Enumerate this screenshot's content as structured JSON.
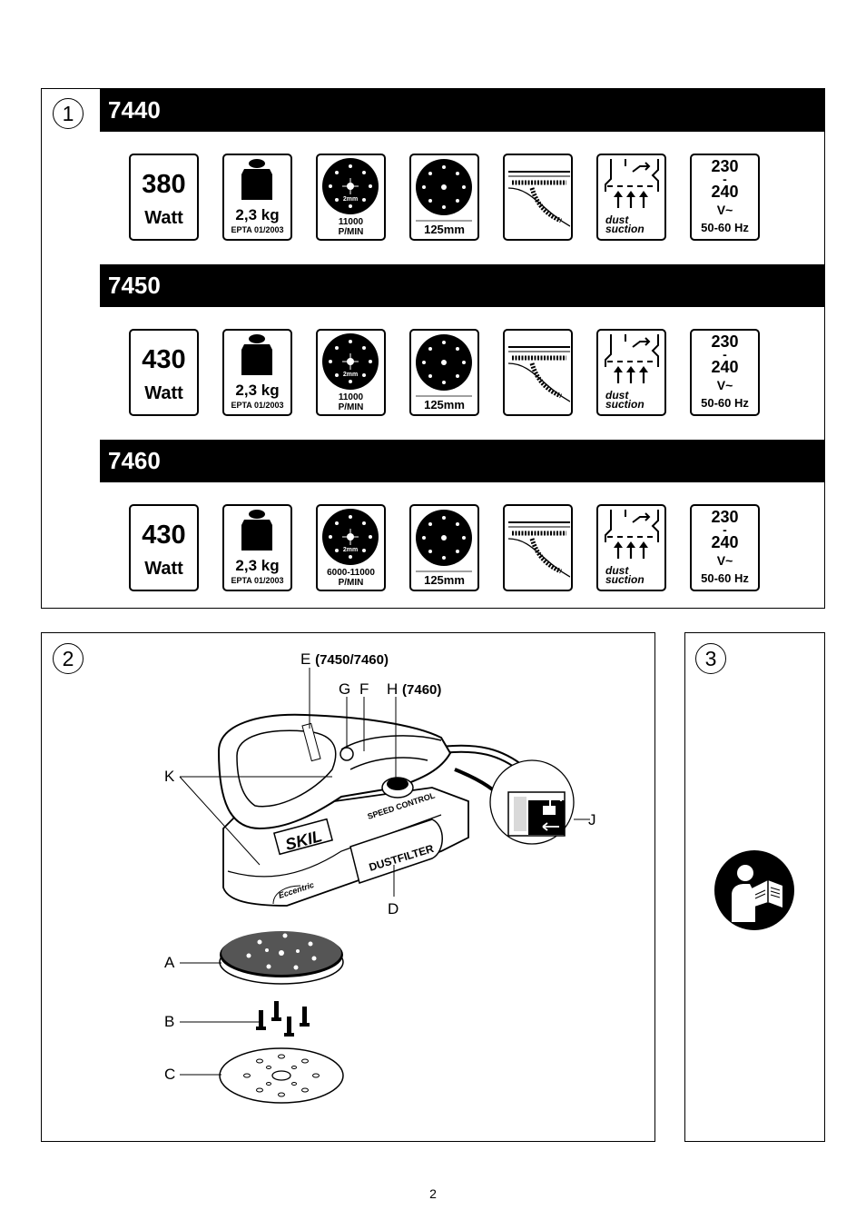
{
  "figure1": {
    "number": "1",
    "models": [
      {
        "model": "7440",
        "watt_value": "380",
        "watt_unit": "Watt",
        "weight": "2,3 kg",
        "weight_norm": "EPTA 01/2003",
        "orbit": "2mm",
        "speed_value": "11000",
        "speed_unit": "P/MIN",
        "pad": "125mm",
        "dust_1": "dust",
        "dust_2": "suction",
        "volt_1": "230",
        "volt_dash": "-",
        "volt_2": "240",
        "volt_unit": "V~",
        "freq": "50-60 Hz"
      },
      {
        "model": "7450",
        "watt_value": "430",
        "watt_unit": "Watt",
        "weight": "2,3 kg",
        "weight_norm": "EPTA 01/2003",
        "orbit": "2mm",
        "speed_value": "11000",
        "speed_unit": "P/MIN",
        "pad": "125mm",
        "dust_1": "dust",
        "dust_2": "suction",
        "volt_1": "230",
        "volt_dash": "-",
        "volt_2": "240",
        "volt_unit": "V~",
        "freq": "50-60 Hz"
      },
      {
        "model": "7460",
        "watt_value": "430",
        "watt_unit": "Watt",
        "weight": "2,3 kg",
        "weight_norm": "EPTA 01/2003",
        "orbit": "2mm",
        "speed_value": "6000-11000",
        "speed_unit": "P/MIN",
        "pad": "125mm",
        "dust_1": "dust",
        "dust_2": "suction",
        "volt_1": "230",
        "volt_dash": "-",
        "volt_2": "240",
        "volt_unit": "V~",
        "freq": "50-60 Hz"
      }
    ]
  },
  "figure2": {
    "number": "2",
    "labels": {
      "E": "E",
      "E_note": "(7450/7460)",
      "G": "G",
      "F": "F",
      "H": "H",
      "H_note": "(7460)",
      "K": "K",
      "J": "J",
      "D": "D",
      "A": "A",
      "B": "B",
      "C": "C"
    },
    "tool_text": {
      "brand": "SKIL",
      "speed": "SPEED CONTROL",
      "dust": "DUSTFILTER",
      "mode": "Eccentric"
    }
  },
  "figure3": {
    "number": "3"
  },
  "page_number": "2"
}
